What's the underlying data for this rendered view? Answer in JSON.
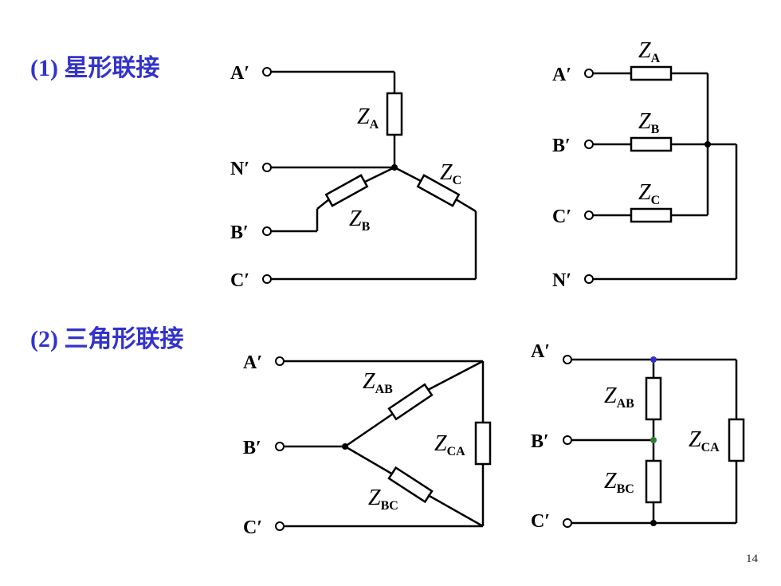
{
  "heading1": {
    "num": "(1)",
    "text": "星形联接"
  },
  "heading2": {
    "num": "(2)",
    "text": "三角形联接"
  },
  "page_number": "14",
  "terminals": {
    "A": "A′",
    "B": "B′",
    "C": "C′",
    "N": "N′"
  },
  "impedance": {
    "symbol": "Z",
    "A": "A",
    "B": "B",
    "C": "C",
    "AB": "AB",
    "BC": "BC",
    "CA": "CA"
  },
  "colors": {
    "heading": "#3333cc",
    "node_top": "#3333cc",
    "node_mid": "#2e7d32",
    "wire": "#000000"
  }
}
